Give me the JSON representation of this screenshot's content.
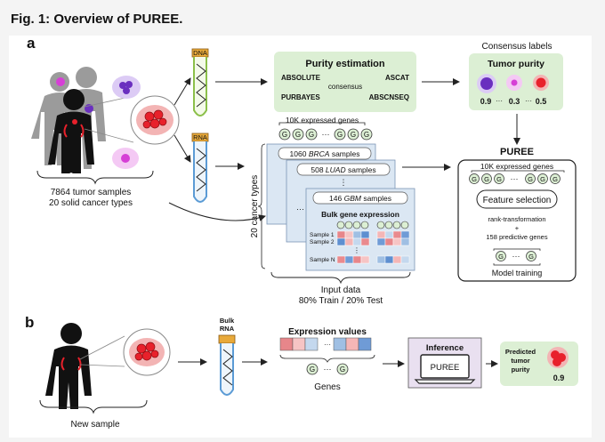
{
  "figure": {
    "caption": "Fig. 1: Overview of PUREE.",
    "panel_a": "a",
    "panel_b": "b"
  },
  "panel_a": {
    "tube_dna_label": "DNA",
    "tube_rna_label": "RNA",
    "samples_line1": "7864 tumor samples",
    "samples_line2": "20 solid cancer types",
    "purity_box": {
      "title": "Purity estimation",
      "methods": [
        "ABSOLUTE",
        "ASCAT",
        "PURBAYES",
        "ABSCNSEQ"
      ],
      "consensus": "consensus"
    },
    "consensus_labels": "Consensus labels",
    "tumor_purity": {
      "title": "Tumor purity",
      "values": [
        "0.9",
        "0.3",
        "0.5"
      ],
      "ellipsis": "···"
    },
    "expressed_genes": "10K expressed genes",
    "gene_glyph": "G",
    "dots": "···",
    "vdots": "⋮",
    "stack": {
      "card1_count": "1060",
      "card1_type": "BRCA",
      "card2_count": "508",
      "card2_type": "LUAD",
      "card3_count": "146",
      "card3_type": "GBM",
      "samples_word": "samples",
      "bulk_expression": "Bulk gene expression",
      "sample1": "Sample 1",
      "sample2": "Sample 2",
      "sampleN": "Sample N"
    },
    "cancer_types_label": "20 cancer types",
    "input_data": "Input data",
    "split": "80% Train / 20% Test",
    "puree": {
      "title": "PUREE",
      "genes": "10K expressed genes",
      "feature_selection": "Feature selection",
      "rank_transform": "rank-transformation",
      "plus": "+",
      "predictive_genes": "158 predictive genes",
      "model_training": "Model training"
    }
  },
  "panel_b": {
    "bulk_rna_line1": "Bulk",
    "bulk_rna_line2": "RNA",
    "new_sample": "New sample",
    "expression_values": "Expression values",
    "genes": "Genes",
    "inference": "Inference",
    "puree": "PUREE",
    "predicted_line1": "Predicted",
    "predicted_line2": "tumor",
    "predicted_line3": "purity",
    "predicted_value": "0.9"
  },
  "colors": {
    "green_box": "#dcefd4",
    "tube_green": "#8cc04a",
    "tube_blue": "#5b9bd5",
    "stack_card": "#dbe7f3",
    "inference_box": "#e9e0f0",
    "tumor_red": "#e8212b",
    "purple": "#6a2fbf",
    "magenta": "#d63fd6"
  }
}
